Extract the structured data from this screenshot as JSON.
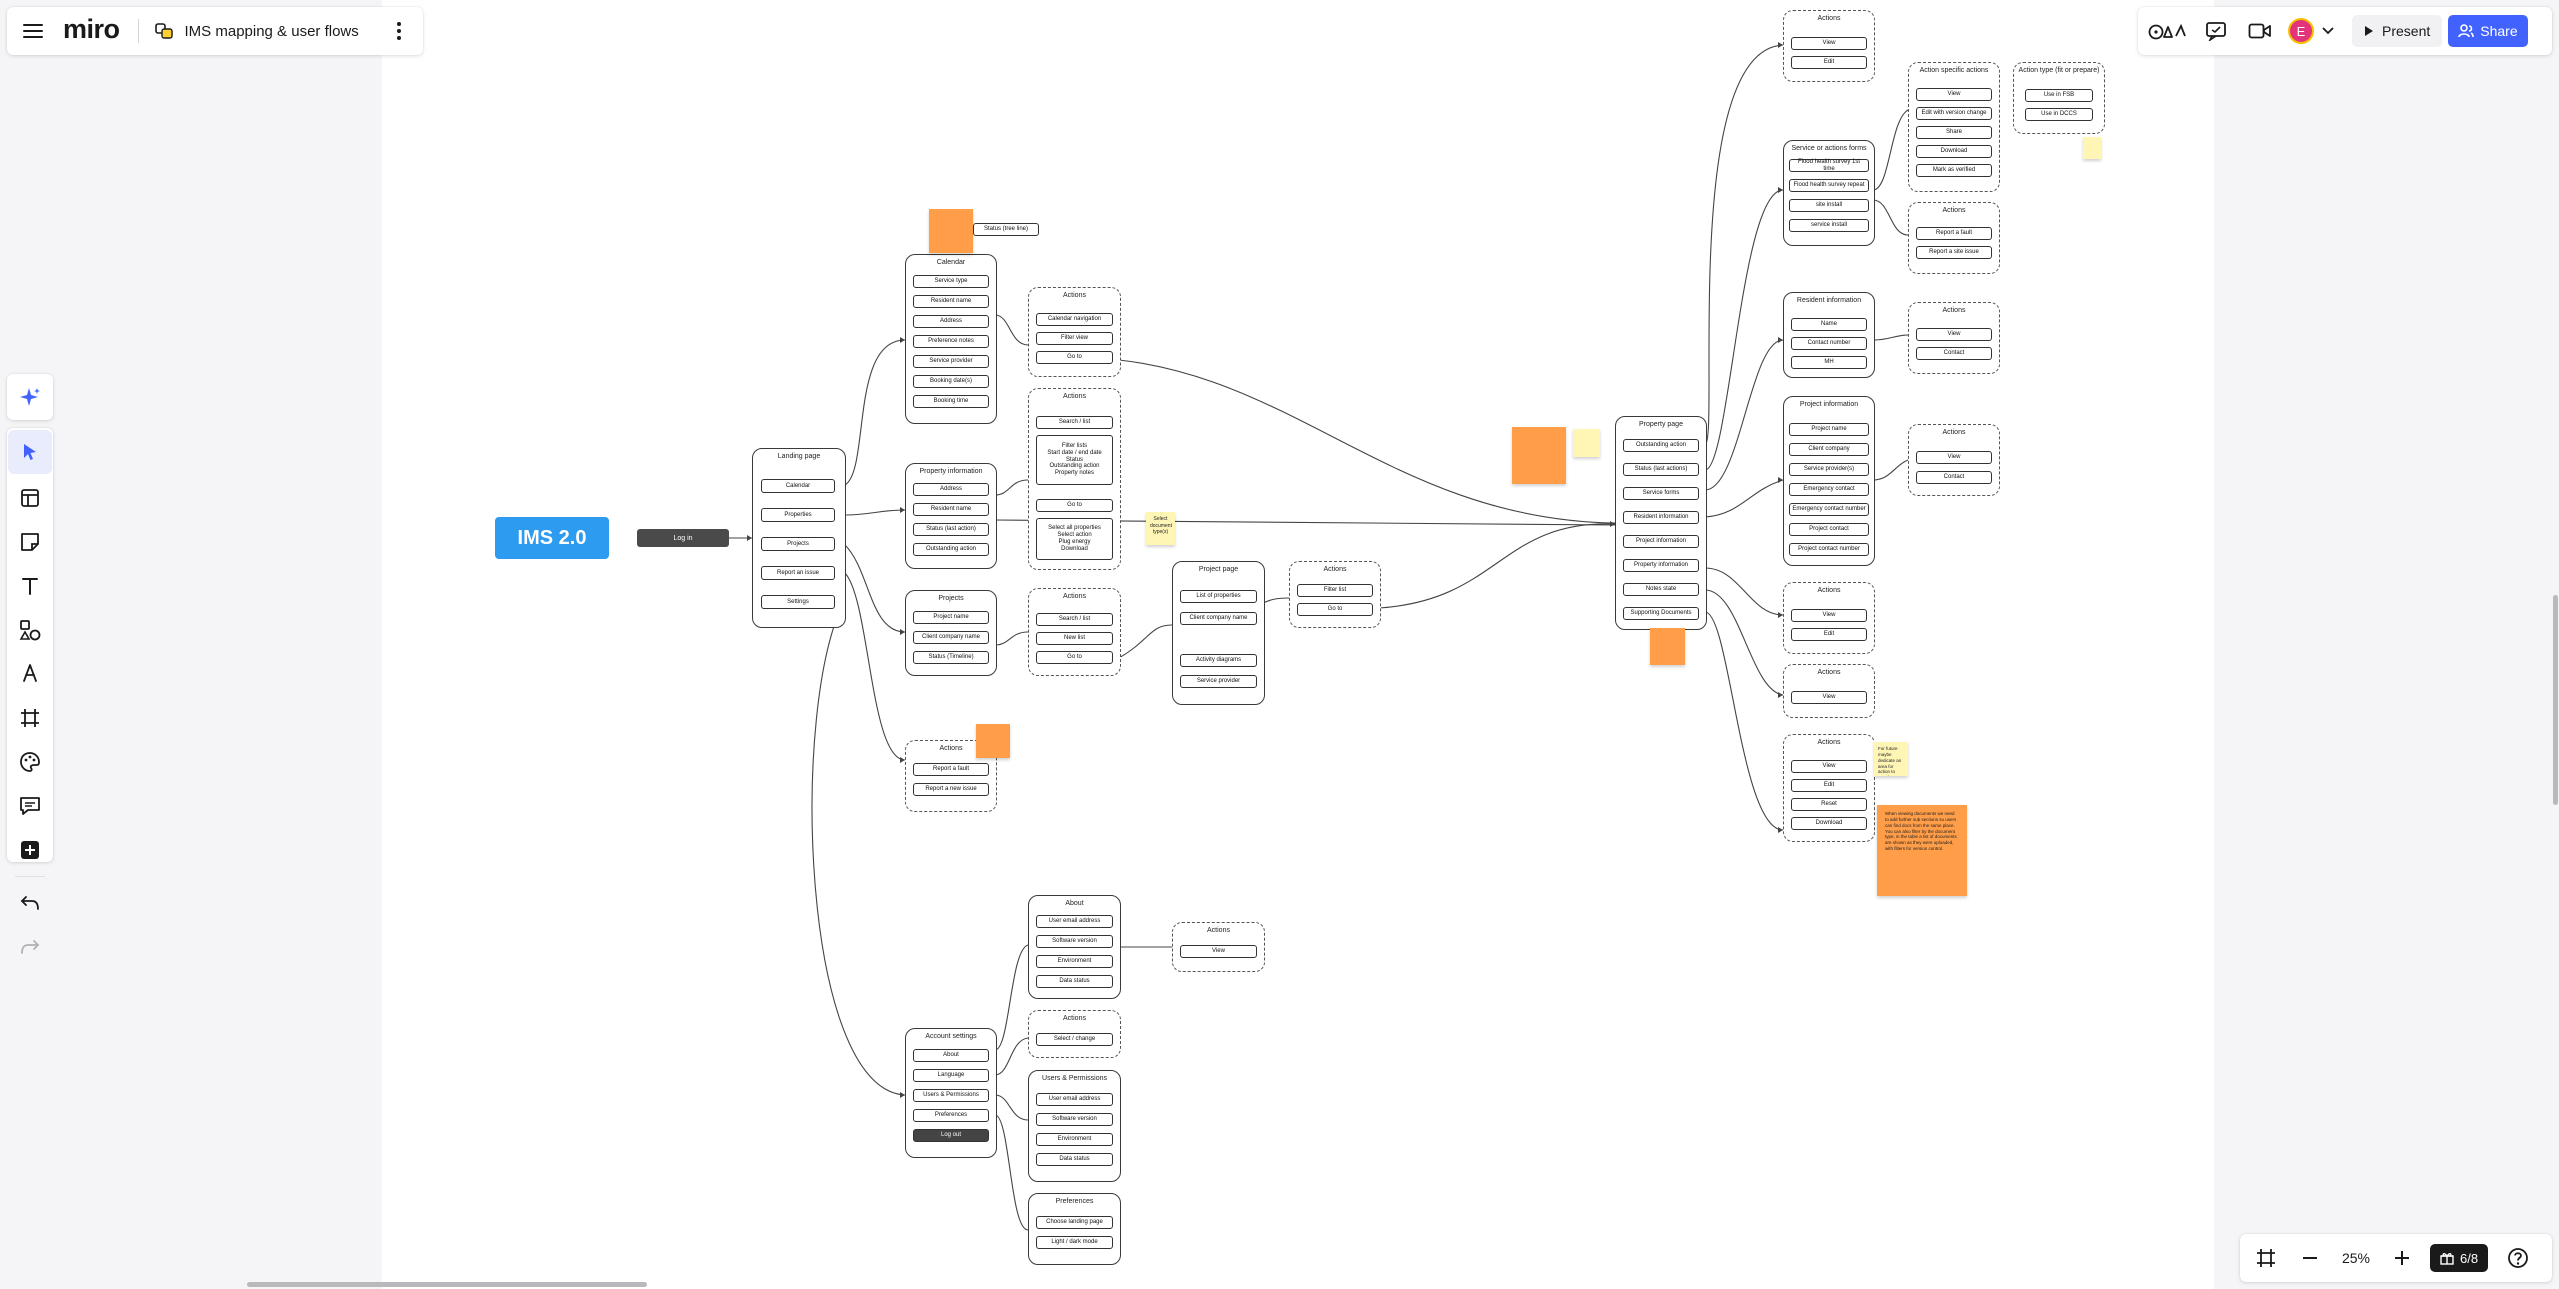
{
  "app": {
    "logo_text": "miro",
    "board_title": "IMS mapping & user flows",
    "accent_color": "#4262ff",
    "present_label": "Present",
    "share_label": "Share",
    "avatar_initial": "E",
    "avatar_color": "#e3347b",
    "zoom_label": "25%",
    "gift_count": "6/8"
  },
  "canvas": {
    "ims_title": "IMS 2.0",
    "login_label": "Log in",
    "landing": {
      "title": "Landing page",
      "items": [
        "Calendar",
        "Properties",
        "Projects",
        "Report an issue",
        "Settings"
      ]
    },
    "calendar": {
      "title": "Calendar",
      "items": [
        "Service type",
        "Resident name",
        "Address",
        "Preference notes",
        "Service provider",
        "Booking date(s)",
        "Booking time"
      ]
    },
    "calendar_actions": {
      "title": "Actions",
      "items": [
        "Calendar navigation",
        "Filter view",
        "Go to"
      ]
    },
    "status_note": "Status (tree line)",
    "property_info": {
      "title": "Property information",
      "items": [
        "Address",
        "Resident name",
        "Status (last action)",
        "Outstanding action"
      ]
    },
    "property_actions": {
      "title": "Actions",
      "items": [
        "Search / list",
        "Filter lists\nStart date / end date\nStatus\nOutstanding action\nProperty notes",
        "Go to",
        "Select all properties\nSelect action\nPlug energy\nDownload"
      ]
    },
    "projects": {
      "title": "Projects",
      "items": [
        "Project name",
        "Client company name",
        "Status (Timeline)"
      ]
    },
    "project_actions": {
      "title": "Actions",
      "items": [
        "Search / list",
        "New list",
        "Go to"
      ]
    },
    "project_page": {
      "title": "Project page",
      "items": [
        "List of properties",
        "Client company name",
        "Activity diagrams",
        "Service provider"
      ]
    },
    "project_page_actions": {
      "title": "Actions",
      "items": [
        "Filter list",
        "Go to"
      ]
    },
    "report_actions": {
      "title": "Actions",
      "items": [
        "Report a fault",
        "Report a new issue"
      ]
    },
    "account_settings": {
      "title": "Account settings",
      "items": [
        "About",
        "Language",
        "Users & Permissions",
        "Preferences",
        "Log out"
      ]
    },
    "about": {
      "title": "About",
      "items": [
        "User email address",
        "Software version",
        "Environment",
        "Data status"
      ]
    },
    "about_actions": {
      "title": "Actions",
      "items": [
        "View"
      ]
    },
    "language_actions": {
      "title": "Actions",
      "items": [
        "Select / change"
      ]
    },
    "users_permissions": {
      "title": "Users & Permissions",
      "items": [
        "User email address",
        "Software version",
        "Environment",
        "Data status"
      ]
    },
    "preferences": {
      "title": "Preferences",
      "items": [
        "Choose landing page",
        "Light / dark mode"
      ]
    },
    "property_page": {
      "title": "Property page",
      "items": [
        "Outstanding action",
        "Status (last actions)",
        "Service forms",
        "Resident information",
        "Project information",
        "Property information",
        "Notes state",
        "Supporting Documents"
      ]
    },
    "top_actions": {
      "title": "Actions",
      "items": [
        "View",
        "Edit"
      ]
    },
    "service_forms": {
      "title": "Service or actions forms",
      "items": [
        "Flood health survey 1st time",
        "Flood health survey repeat",
        "site install",
        "service install"
      ]
    },
    "action_specific": {
      "title": "Action specific actions",
      "items": [
        "View",
        "Edit with version change",
        "Share",
        "Download",
        "Mark as verified"
      ]
    },
    "action_type": {
      "title": "Action type (fit or prepare)",
      "items": [
        "Use in FSB",
        "Use in DCCS"
      ]
    },
    "service_actions": {
      "title": "Actions",
      "items": [
        "Report a fault",
        "Report a site issue"
      ]
    },
    "resident_info": {
      "title": "Resident information",
      "items": [
        "Name",
        "Contact number",
        "MH"
      ]
    },
    "resident_actions": {
      "title": "Actions",
      "items": [
        "View",
        "Contact"
      ]
    },
    "project_info": {
      "title": "Project information",
      "items": [
        "Project name",
        "Client company",
        "Service provider(s)",
        "Emergency contact",
        "Emergency contact number",
        "Project contact",
        "Project contact number"
      ]
    },
    "project_info_actions": {
      "title": "Actions",
      "items": [
        "View",
        "Contact"
      ]
    },
    "prop_info_actions": {
      "title": "Actions",
      "items": [
        "View",
        "Edit"
      ]
    },
    "notes_actions": {
      "title": "Actions",
      "items": [
        "View"
      ]
    },
    "docs_actions": {
      "title": "Actions",
      "items": [
        "View",
        "Edit",
        "Reset",
        "Download"
      ]
    },
    "select_doc_note": "Select document type(s)",
    "long_note": "When viewing documents we need to add further sub sections so users can find docs from the same place. You can also filter by the document type, in the table a list of documents are shown as they were uploaded, with filters for version control.",
    "small_yellow_note": "For future maybe dedicate an area for action to attach"
  }
}
